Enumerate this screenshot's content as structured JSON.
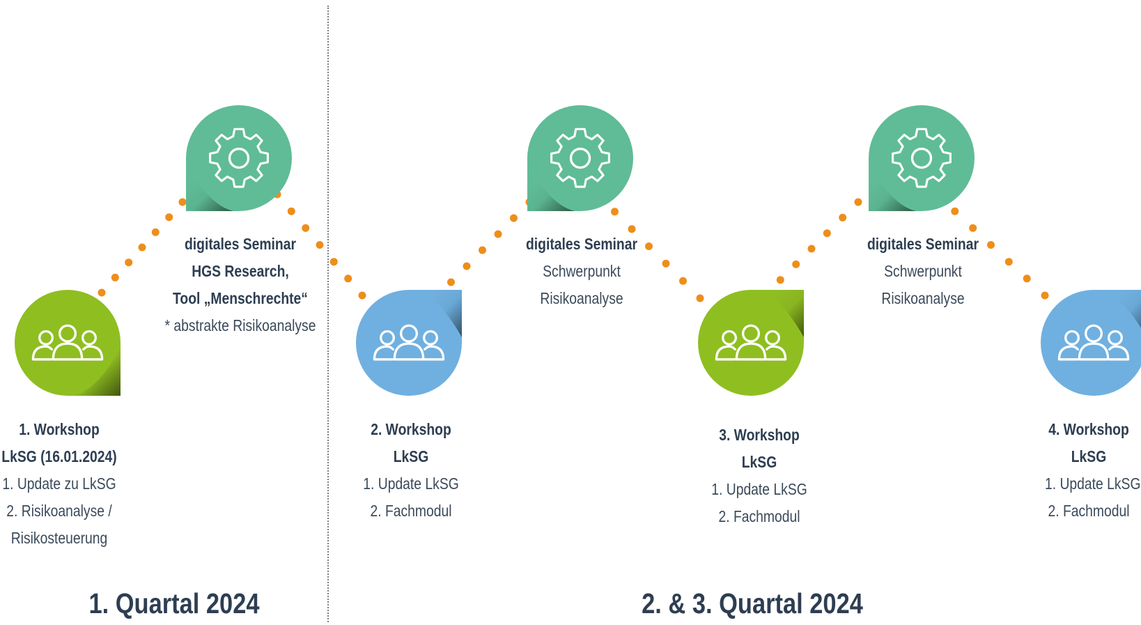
{
  "colors": {
    "green": "#8fbe21",
    "blue": "#6fb0e0",
    "teal": "#5fbc97",
    "dots": "#ee8e1a",
    "text": "#3b4a5a"
  },
  "icons": {
    "workshop": "people-group-icon",
    "seminar": "gear-icon"
  },
  "events": [
    {
      "kind": "workshop",
      "color": "green",
      "title": "1. Workshop",
      "subtitle": "LkSG (16.01.2024)",
      "lines": [
        "1. Update zu LkSG",
        "2. Risikoanalyse /",
        "Risikosteuerung"
      ]
    },
    {
      "kind": "seminar",
      "color": "teal",
      "title": "digitales Seminar",
      "bold_lines": [
        "HGS Research,",
        "Tool „Menschrechte“"
      ],
      "lines": [
        "* abstrakte Risikoanalyse"
      ]
    },
    {
      "kind": "workshop",
      "color": "blue",
      "title": "2. Workshop",
      "subtitle": "LkSG",
      "lines": [
        "1. Update LkSG",
        "2. Fachmodul"
      ]
    },
    {
      "kind": "seminar",
      "color": "teal",
      "title": "digitales Seminar",
      "lines": [
        "Schwerpunkt",
        "Risikoanalyse"
      ]
    },
    {
      "kind": "workshop",
      "color": "green",
      "title": "3. Workshop",
      "subtitle": "LkSG",
      "lines": [
        "1. Update LkSG",
        "2. Fachmodul"
      ]
    },
    {
      "kind": "seminar",
      "color": "teal",
      "title": "digitales Seminar",
      "lines": [
        "Schwerpunkt",
        "Risikoanalyse"
      ]
    },
    {
      "kind": "workshop",
      "color": "blue",
      "title": "4. Workshop",
      "subtitle": "LkSG",
      "lines": [
        "1. Update LkSG",
        "2. Fachmodul"
      ]
    }
  ],
  "quarters": {
    "q1": "1. Quartal 2024",
    "q23": "2. & 3. Quartal 2024"
  }
}
